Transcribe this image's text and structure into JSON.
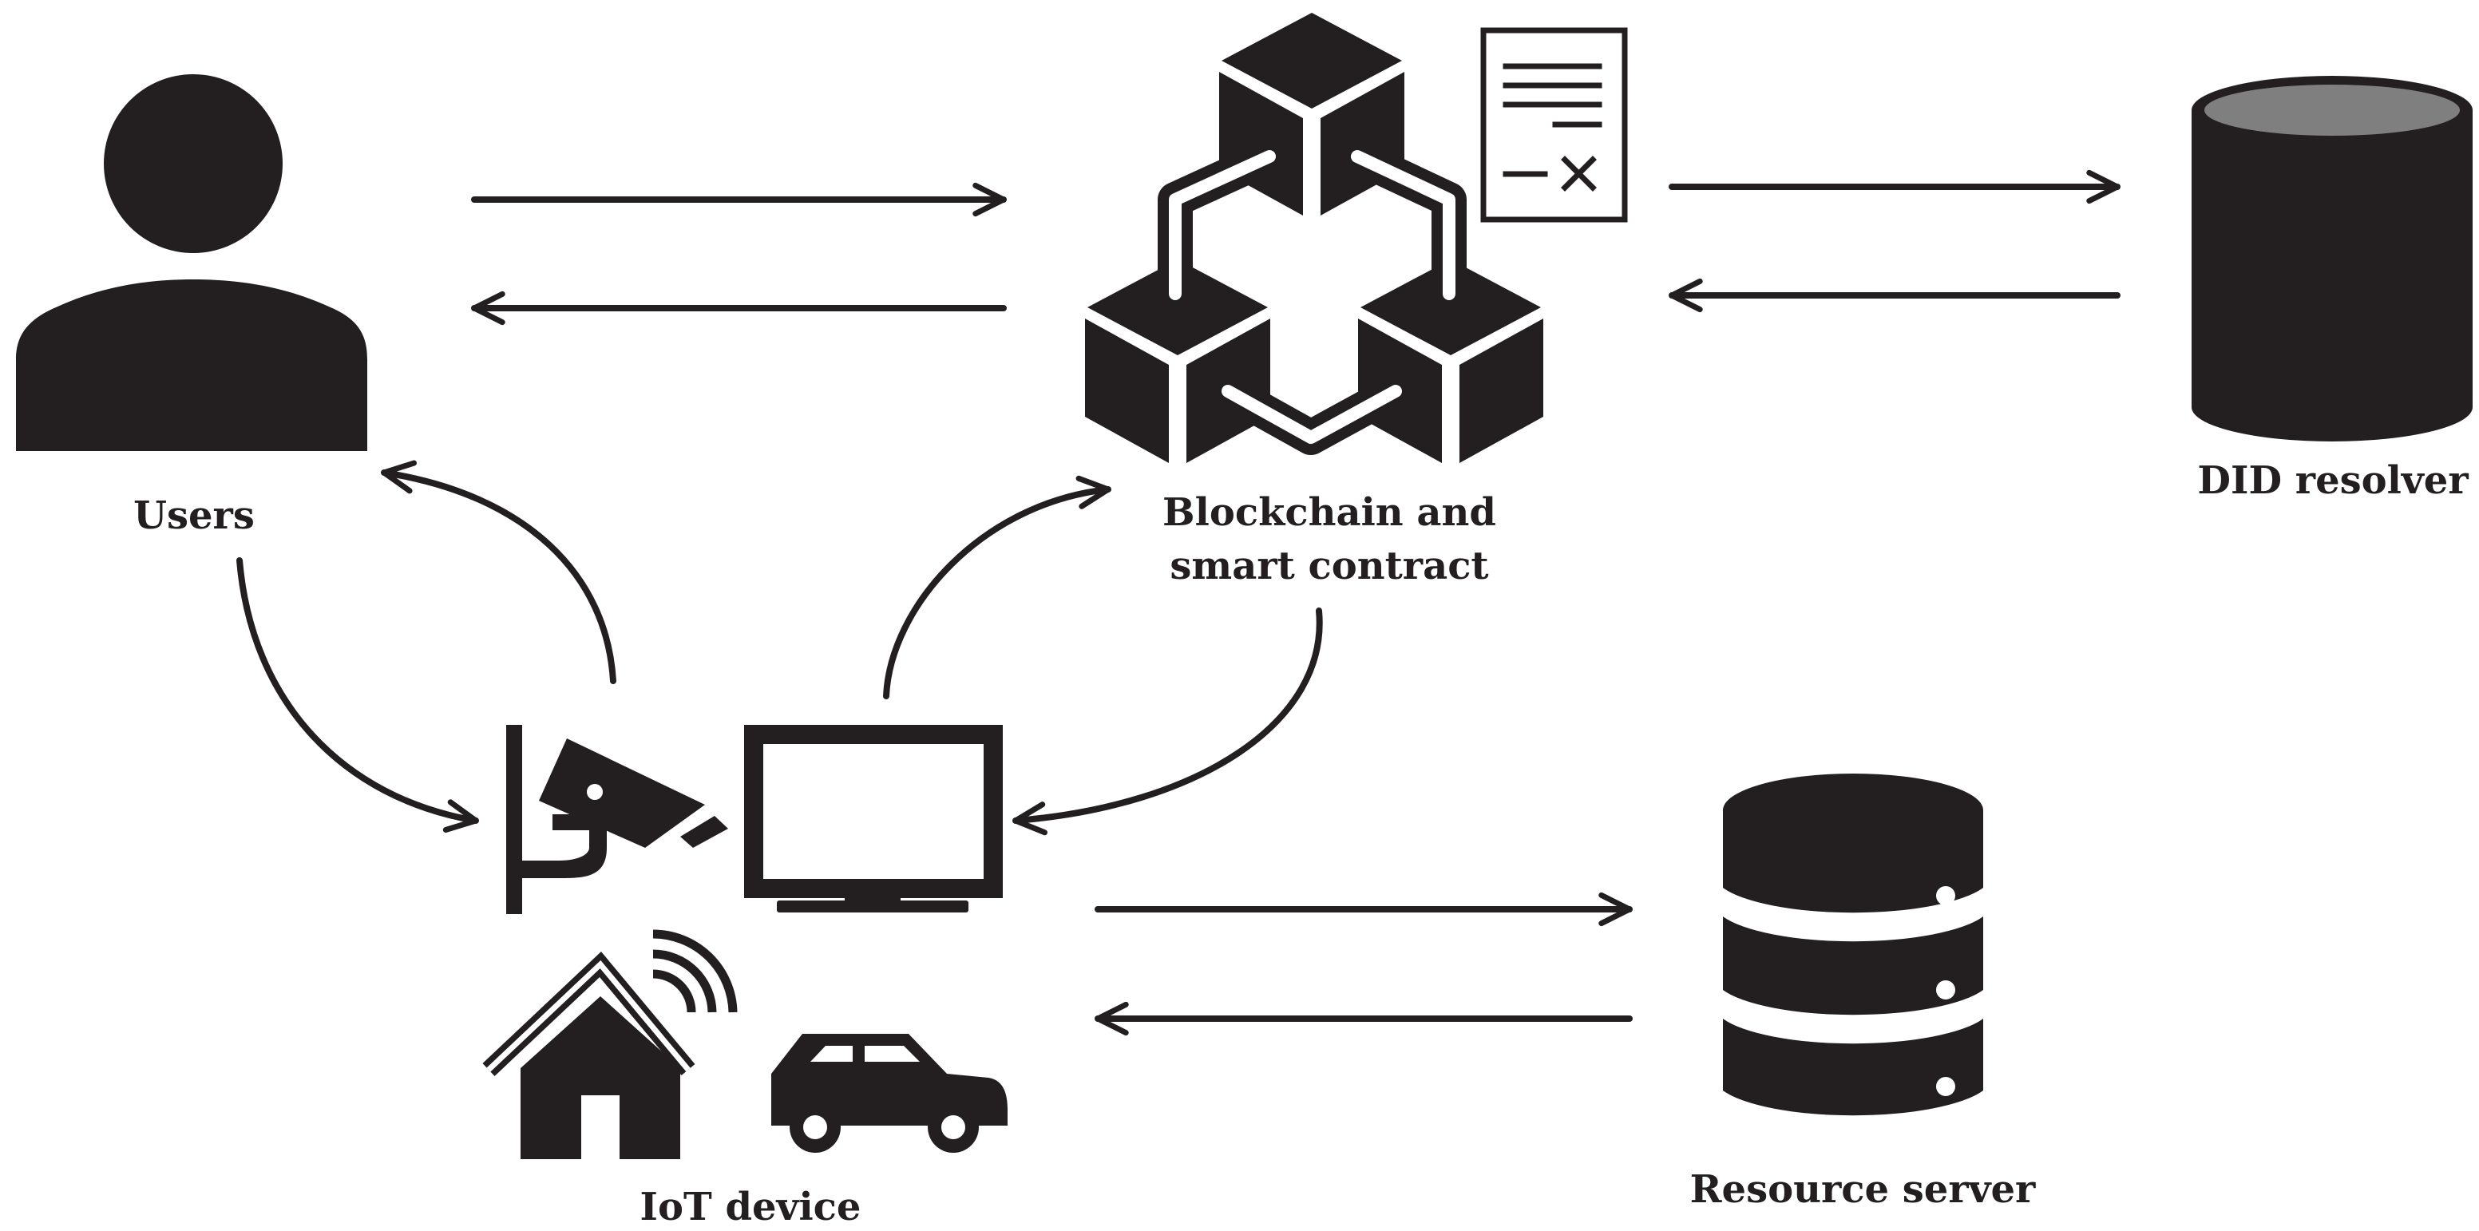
{
  "diagram": {
    "nodes": {
      "users": {
        "label": "Users",
        "icon": "user-icon"
      },
      "blockchain": {
        "label_line1": "Blockchain and",
        "label_line2": "smart contract",
        "icon": "blockchain-cubes-icon",
        "secondary_icon": "contract-document-icon"
      },
      "did_resolver": {
        "label": "DID resolver",
        "icon": "cylinder-icon"
      },
      "iot": {
        "label": "IoT device",
        "icons": [
          "security-camera-icon",
          "monitor-icon",
          "smart-home-icon",
          "car-icon"
        ]
      },
      "resource_server": {
        "label": "Resource server",
        "icon": "server-stack-icon"
      }
    },
    "edges": [
      {
        "from": "users",
        "to": "blockchain",
        "style": "straight"
      },
      {
        "from": "blockchain",
        "to": "users",
        "style": "straight"
      },
      {
        "from": "blockchain",
        "to": "did_resolver",
        "style": "straight"
      },
      {
        "from": "did_resolver",
        "to": "blockchain",
        "style": "straight"
      },
      {
        "from": "users",
        "to": "iot",
        "style": "curved"
      },
      {
        "from": "iot",
        "to": "users",
        "style": "curved"
      },
      {
        "from": "iot",
        "to": "blockchain",
        "style": "curved"
      },
      {
        "from": "blockchain",
        "to": "iot",
        "style": "curved"
      },
      {
        "from": "iot",
        "to": "resource_server",
        "style": "straight"
      },
      {
        "from": "resource_server",
        "to": "iot",
        "style": "straight"
      }
    ],
    "colors": {
      "ink": "#231f20",
      "cylinder_top": "#7f7f7f",
      "background": "#ffffff"
    }
  }
}
